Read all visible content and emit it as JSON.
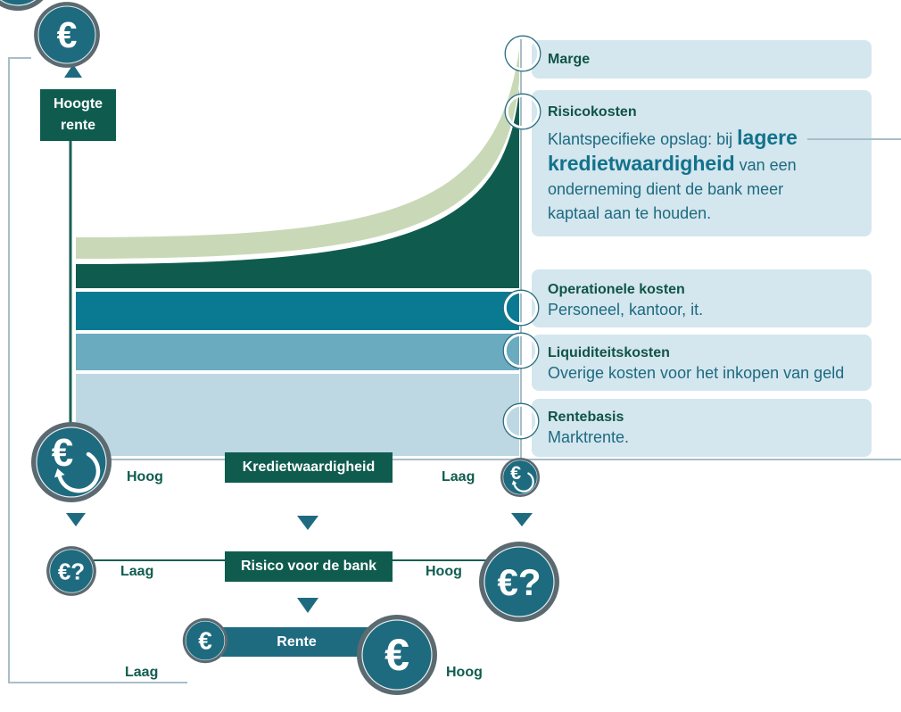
{
  "colors": {
    "dark_green": "#0f5c4f",
    "teal": "#1e6b80",
    "icon_ring": "#5b6a70",
    "panel": "#d4e6ee",
    "outline": "#a9bec8",
    "title_text": "#0f5446",
    "body_text": "#1d6a80",
    "emphasis_text": "#12728c",
    "layer_marge": "#c9d9b8",
    "layer_risicokosten": "#0f5c4f",
    "layer_operationele_kosten": "#0a7a92",
    "layer_liquiditeitskosten": "#6aabbf",
    "layer_rentebasis": "#bdd8e3"
  },
  "icons": {
    "euro": {
      "name": "euro-icon",
      "glyph": "€"
    },
    "euro_question": {
      "name": "euro-question-icon",
      "glyph": "€?"
    },
    "euro_cycle": {
      "name": "euro-cycle-icon",
      "glyph": "€"
    }
  },
  "y_axis": {
    "label": "Hoogte rente"
  },
  "layers": {
    "marge": {
      "title": "Marge"
    },
    "risicokosten": {
      "title": "Risicokosten",
      "text_before": "Klantspecifieke opslag: bij",
      "emphasis": "lagere kredietwaardigheid",
      "text_after": "van een onderneming dient de bank meer kaptaal aan te houden."
    },
    "operationele_kosten": {
      "title": "Operationele kosten",
      "description": "Personeel, kantoor, it."
    },
    "liquiditeitskosten": {
      "title": "Liquiditeitskosten",
      "description": "Overige kosten voor het inkopen van geld"
    },
    "rentebasis": {
      "title": "Rentebasis",
      "description": "Marktrente."
    }
  },
  "scales": {
    "kredietwaardigheid": {
      "label": "Kredietwaardigheid",
      "left": "Hoog",
      "right": "Laag"
    },
    "risico": {
      "label": "Risico voor de bank",
      "left": "Laag",
      "right": "Hoog"
    },
    "rente": {
      "label": "Rente",
      "left": "Laag",
      "right": "Hoog"
    }
  }
}
